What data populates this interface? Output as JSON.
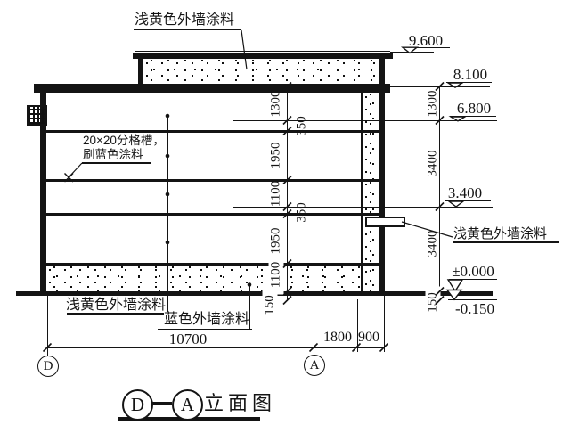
{
  "drawing": {
    "title": {
      "text": "立面图"
    },
    "axes": {
      "left": "D",
      "right": "A"
    },
    "notes": {
      "parapet_paint": "浅黄色外墙涂料",
      "groove_note_line1": "20×20分格槽，",
      "groove_note_line2": "刷蓝色涂料",
      "plinth_paint": "浅黄色外墙涂料",
      "blue_paint": "蓝色外墙涂料",
      "canopy_paint": "浅黄色外墙涂料"
    },
    "elevations": {
      "roof_top": "9.600",
      "parapet": "8.100",
      "upper": "6.800",
      "mid": "3.400",
      "ground": "±0.000",
      "grade": "-0.150"
    },
    "dims": {
      "inner": [
        "1300",
        "350",
        "1950",
        "1100",
        "350",
        "1950",
        "1100",
        "150"
      ],
      "outer": [
        "1300",
        "3400",
        "3400",
        "150"
      ],
      "bottom": [
        "10700",
        "1800",
        "900"
      ]
    }
  }
}
